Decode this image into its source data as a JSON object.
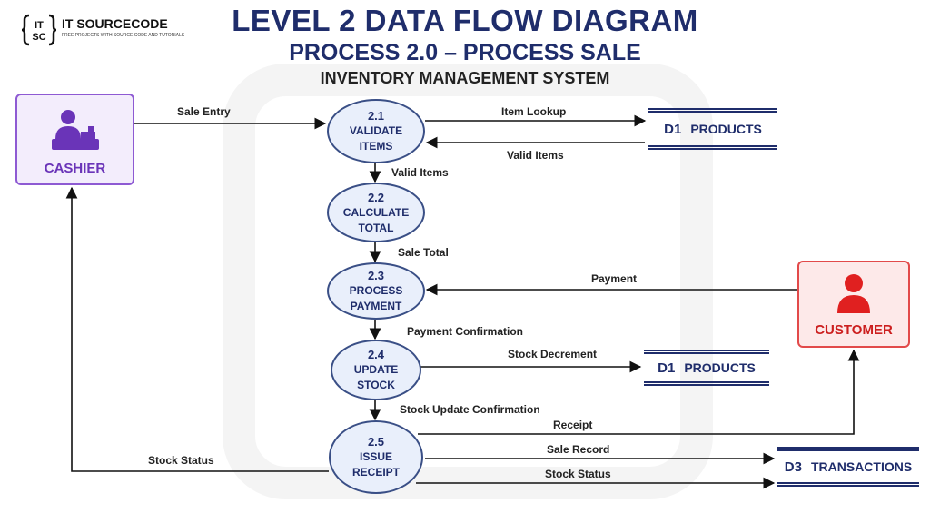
{
  "logo": {
    "name": "IT SOURCECODE",
    "tagline": "FREE PROJECTS WITH SOURCE CODE AND TUTORIALS",
    "mark": "ITSC"
  },
  "title": {
    "main": "LEVEL 2 DATA FLOW DIAGRAM",
    "sub": "PROCESS 2.0 – PROCESS SALE",
    "system": "INVENTORY MANAGEMENT SYSTEM"
  },
  "entities": {
    "cashier": {
      "label": "CASHIER",
      "icon": "cashier-icon",
      "color": "#8e5ad3"
    },
    "customer": {
      "label": "CUSTOMER",
      "icon": "person-icon",
      "color": "#e24a4a"
    }
  },
  "processes": [
    {
      "id": "2.1",
      "name_line1": "VALIDATE",
      "name_line2": "ITEMS"
    },
    {
      "id": "2.2",
      "name_line1": "CALCULATE",
      "name_line2": "TOTAL"
    },
    {
      "id": "2.3",
      "name_line1": "PROCESS",
      "name_line2": "PAYMENT"
    },
    {
      "id": "2.4",
      "name_line1": "UPDATE",
      "name_line2": "STOCK"
    },
    {
      "id": "2.5",
      "name_line1": "ISSUE",
      "name_line2": "RECEIPT"
    }
  ],
  "stores": [
    {
      "id": "D1",
      "name": "PRODUCTS"
    },
    {
      "id": "D1",
      "name": "PRODUCTS"
    },
    {
      "id": "D3",
      "name": "TRANSACTIONS"
    }
  ],
  "flows": {
    "sale_entry": "Sale Entry",
    "item_lookup": "Item Lookup",
    "valid_items_return": "Valid Items",
    "valid_items": "Valid Items",
    "sale_total": "Sale Total",
    "payment": "Payment",
    "payment_confirmation": "Payment Confirmation",
    "stock_decrement": "Stock Decrement",
    "stock_update_confirmation": "Stock Update Confirmation",
    "receipt": "Receipt",
    "sale_record": "Sale Record",
    "stock_status_store": "Stock Status",
    "stock_status_cashier": "Stock Status"
  },
  "colors": {
    "navy": "#1f2d6b",
    "process_fill": "#e9effb",
    "cashier": "#8e5ad3",
    "customer": "#e24a4a"
  }
}
